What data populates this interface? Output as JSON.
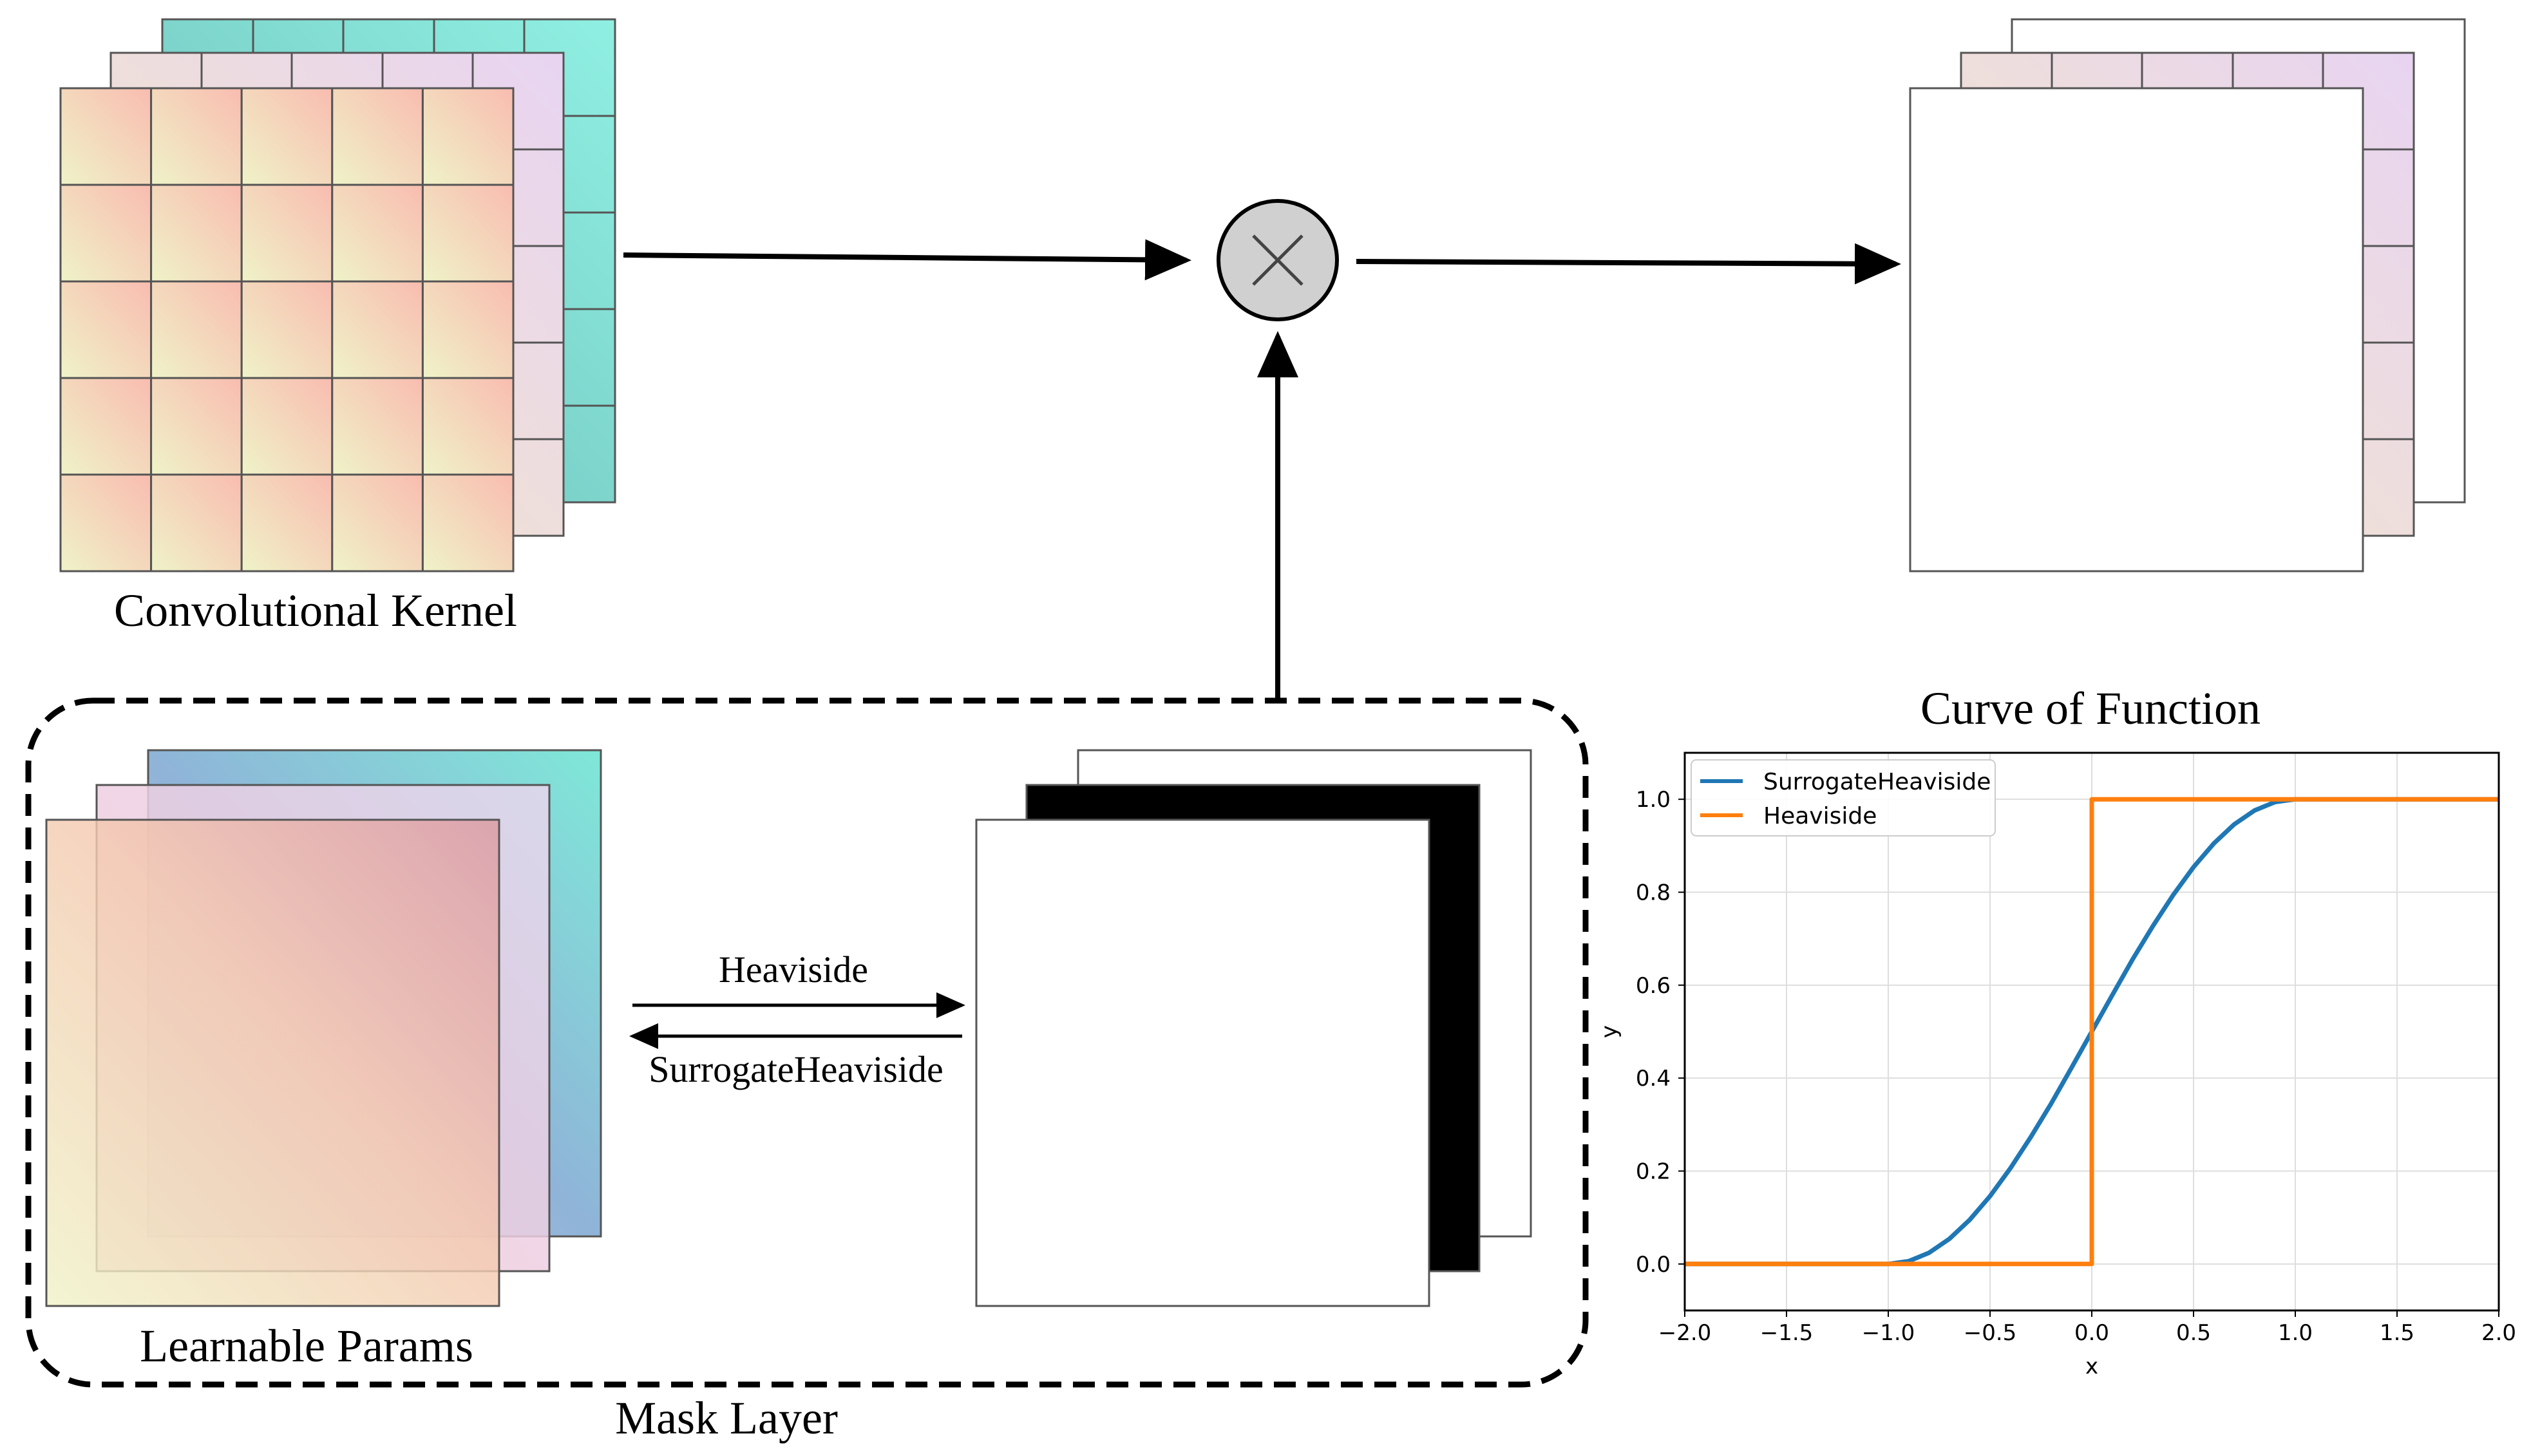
{
  "diagram": {
    "kernel_label": "Convolutional Kernel",
    "params_label": "Learnable Params",
    "mask_layer_label": "Mask Layer",
    "forward_arrow_label": "Heaviside",
    "backward_arrow_label": "SurrogateHeaviside",
    "operator_icon": "multiply-icon",
    "colors": {
      "teal": "#7fe0d8",
      "lavender": "#ead8f0",
      "peach": "#f9c8b8",
      "yellow": "#f0f3c8",
      "mask_black": "#000000",
      "operator_fill": "#d0d0d0"
    }
  },
  "chart_data": {
    "type": "line",
    "title": "Curve of Function",
    "xlabel": "x",
    "ylabel": "y",
    "xlim": [
      -2.0,
      2.0
    ],
    "ylim": [
      -0.1,
      1.1
    ],
    "xticks": [
      "−2.0",
      "−1.5",
      "−1.0",
      "−0.5",
      "0.0",
      "0.5",
      "1.0",
      "1.5",
      "2.0"
    ],
    "yticks": [
      "0.0",
      "0.2",
      "0.4",
      "0.6",
      "0.8",
      "1.0"
    ],
    "grid": true,
    "legend_position": "top-left",
    "series": [
      {
        "name": "SurrogateHeaviside",
        "color": "#1f77b4",
        "x": [
          -2.0,
          -1.0,
          -0.9,
          -0.8,
          -0.7,
          -0.6,
          -0.5,
          -0.4,
          -0.3,
          -0.2,
          -0.1,
          0.0,
          0.1,
          0.2,
          0.3,
          0.4,
          0.5,
          0.6,
          0.7,
          0.8,
          0.9,
          1.0,
          2.0
        ],
        "y": [
          0.0,
          0.0,
          0.006,
          0.024,
          0.054,
          0.095,
          0.146,
          0.206,
          0.273,
          0.345,
          0.422,
          0.5,
          0.578,
          0.655,
          0.727,
          0.794,
          0.854,
          0.905,
          0.946,
          0.976,
          0.994,
          1.0,
          1.0
        ]
      },
      {
        "name": "Heaviside",
        "color": "#ff7f0e",
        "x": [
          -2.0,
          0.0,
          0.0,
          2.0
        ],
        "y": [
          0.0,
          0.0,
          1.0,
          1.0
        ]
      }
    ]
  }
}
